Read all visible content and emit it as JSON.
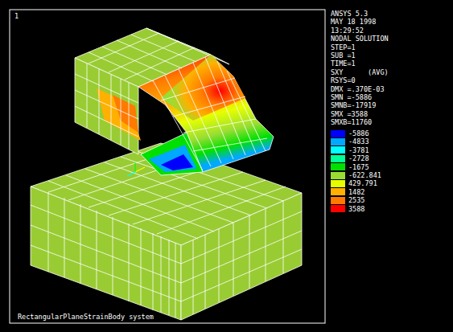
{
  "diagram": {
    "labels": [
      "1",
      "ANSYS 5.3",
      "MAY 18 1998",
      "13:29:52",
      "NODAL SOLUTION",
      "STEP=1",
      "SUB =1",
      "TIME=1",
      "SXY      (AVG)",
      "RSYS=0",
      "DMX =.370E-03",
      "SMN =-5886",
      "SMNB=-17919",
      "SMX =3588",
      "SMXB=11760",
      "RectangularPlaneStrainBody system"
    ],
    "legend": [
      {
        "text": "-5886",
        "color": "#0000ff"
      },
      {
        "text": "-4833",
        "color": "#00a8ff"
      },
      {
        "text": "-3781",
        "color": "#00ffff"
      },
      {
        "text": "-2728",
        "color": "#00ff99"
      },
      {
        "text": "-1675",
        "color": "#00e000"
      },
      {
        "text": "-622.841",
        "color": "#99dd33"
      },
      {
        "text": "429.791",
        "color": "#e6ff00"
      },
      {
        "text": "1482",
        "color": "#ffb000"
      },
      {
        "text": "2535",
        "color": "#ff7a00"
      },
      {
        "text": "3588",
        "color": "#ff0000"
      }
    ]
  }
}
